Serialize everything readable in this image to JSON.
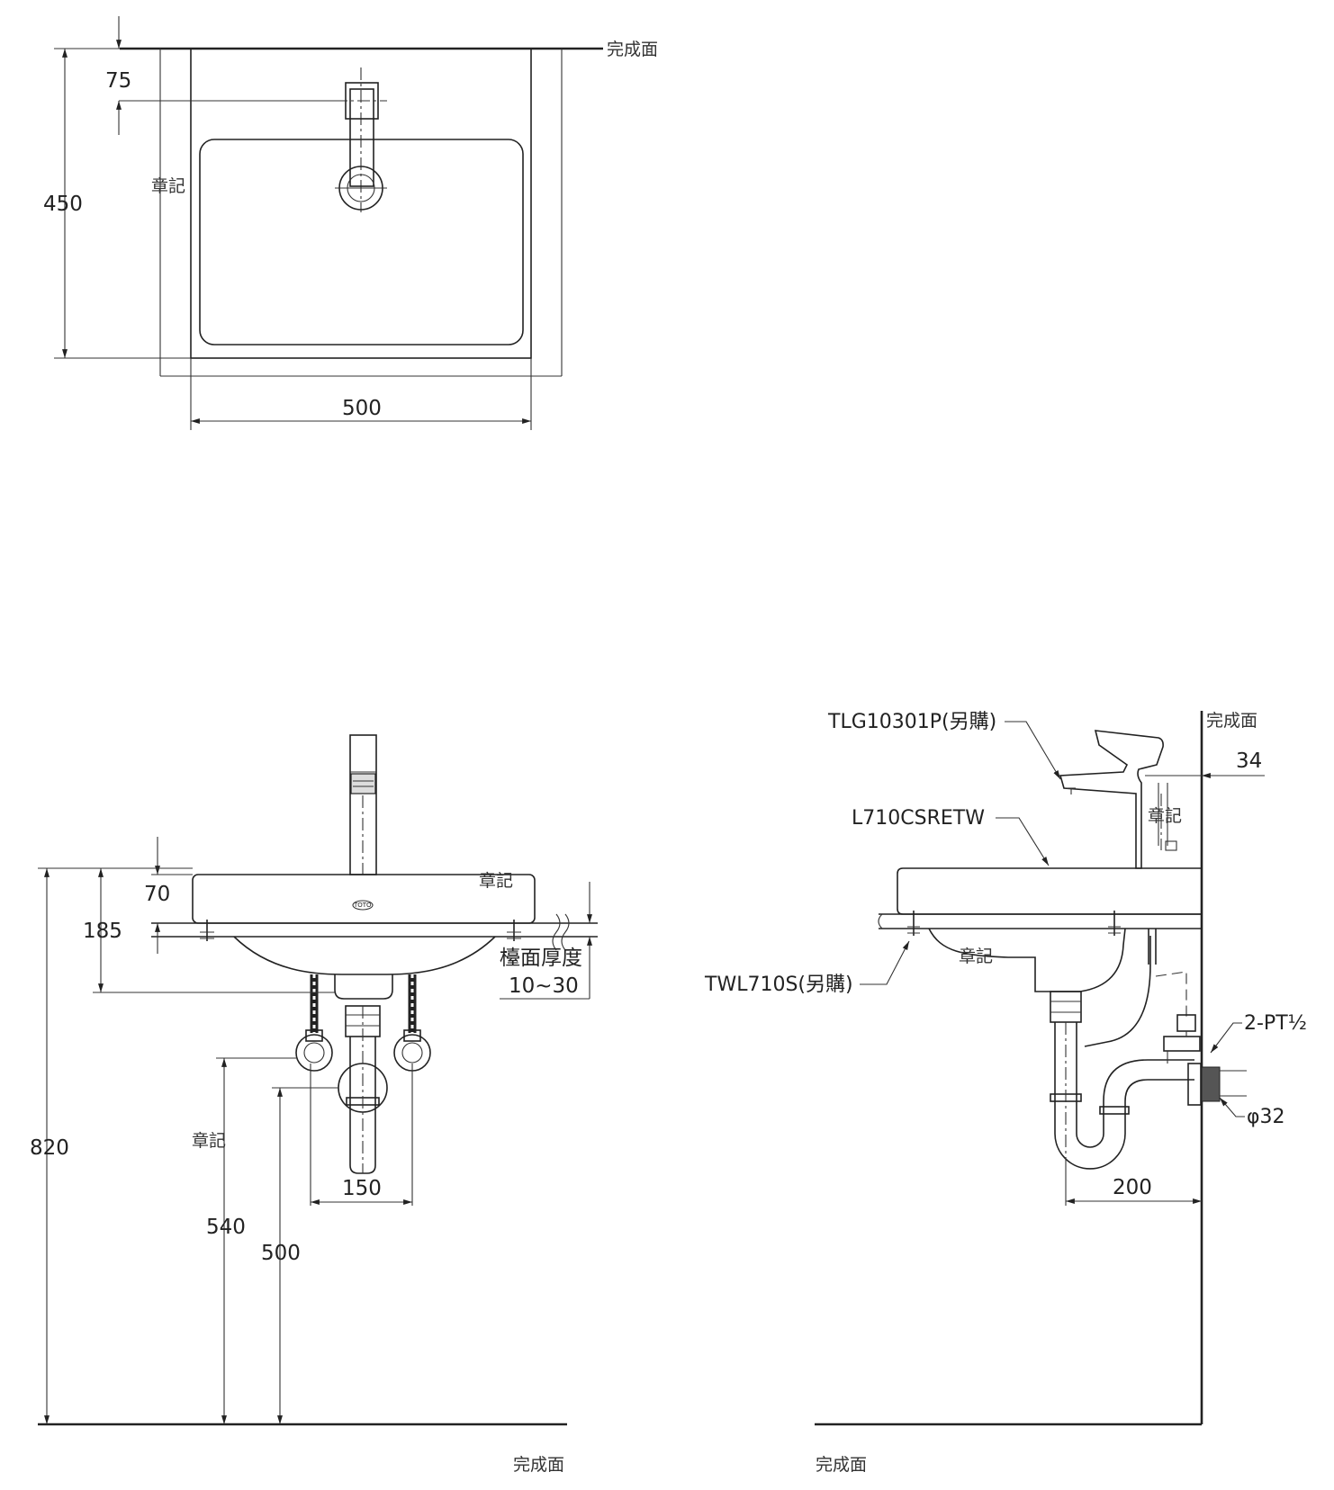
{
  "top_view": {
    "finish_surface": "完成面",
    "dim_75": "75",
    "dim_450": "450",
    "dim_500": "500",
    "mark": "章記"
  },
  "front_view": {
    "dim_70": "70",
    "dim_185": "185",
    "dim_820": "820",
    "dim_150": "150",
    "dim_540": "540",
    "dim_500": "500",
    "counter_thickness_label": "檯面厚度",
    "counter_thickness_range": "10~30",
    "mark": "章記",
    "finish_surface": "完成面",
    "logo_text": "TOTO"
  },
  "side_view": {
    "faucet_model": "TLG10301P(另購)",
    "basin_model": "L710CSRETW",
    "bracket_model": "TWL710S(另購)",
    "dim_34": "34",
    "dim_200": "200",
    "supply_spec": "2-PT½",
    "drain_spec": "φ32",
    "finish_surface_wall": "完成面",
    "finish_surface_floor": "完成面",
    "mark": "章記"
  },
  "colors": {
    "line": "#222222",
    "background": "#ffffff"
  }
}
